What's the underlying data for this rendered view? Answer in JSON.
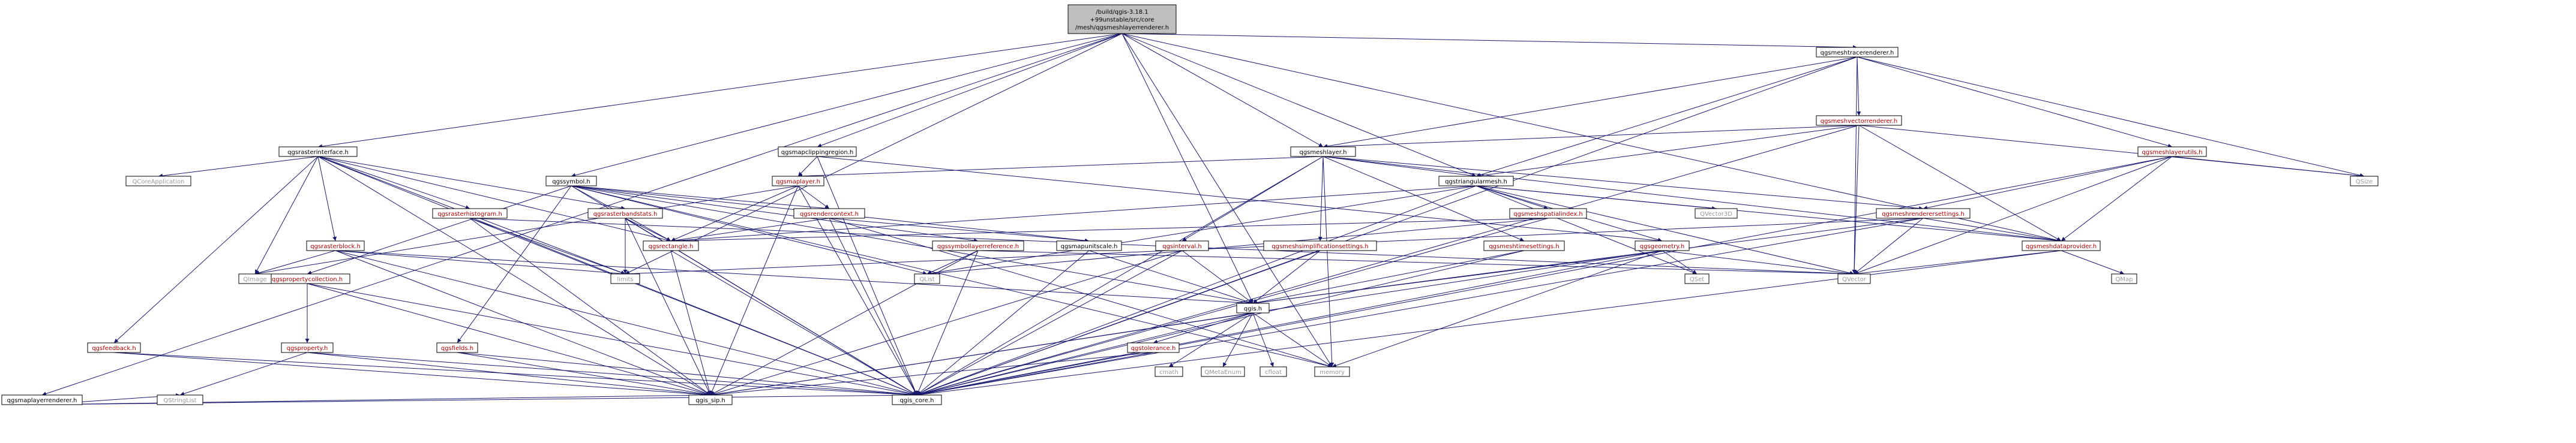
{
  "diagram": {
    "nodes": [
      {
        "id": "root",
        "lines": [
          "/build/qgis-3.18.1",
          "+99unstable/src/core",
          "/mesh/qgsmeshlayerrenderer.h"
        ],
        "style": "root"
      },
      {
        "id": "rasterinterface",
        "lines": [
          "qgsrasterinterface.h"
        ],
        "style": "black"
      },
      {
        "id": "mapclip",
        "lines": [
          "qgsmapclippingregion.h"
        ],
        "style": "black"
      },
      {
        "id": "maplayerrenderer",
        "lines": [
          "qgsmaplayerrenderer.h"
        ],
        "style": "black"
      },
      {
        "id": "meshtrace",
        "lines": [
          "qgsmeshtracerenderer.h"
        ],
        "style": "black"
      },
      {
        "id": "meshvector",
        "lines": [
          "qgsmeshvectorrenderer.h"
        ],
        "style": "red"
      },
      {
        "id": "meshlayer",
        "lines": [
          "qgsmeshlayer.h"
        ],
        "style": "black"
      },
      {
        "id": "meshlayerutils",
        "lines": [
          "qgsmeshlayerutils.h"
        ],
        "style": "red"
      },
      {
        "id": "symbol",
        "lines": [
          "qgssymbol.h"
        ],
        "style": "black"
      },
      {
        "id": "maplayer",
        "lines": [
          "qgsmaplayer.h"
        ],
        "style": "red"
      },
      {
        "id": "trimesh",
        "lines": [
          "qgstriangularmesh.h"
        ],
        "style": "black"
      },
      {
        "id": "rasterhistogram",
        "lines": [
          "qgsrasterhistogram.h"
        ],
        "style": "red"
      },
      {
        "id": "rasterbandstats",
        "lines": [
          "qgsrasterbandstats.h"
        ],
        "style": "red"
      },
      {
        "id": "rendercontext",
        "lines": [
          "qgsrendercontext.h"
        ],
        "style": "red"
      },
      {
        "id": "meshspatialindex",
        "lines": [
          "qgsmeshspatialindex.h"
        ],
        "style": "red"
      },
      {
        "id": "meshrenderersettings",
        "lines": [
          "qgsmeshrenderersettings.h"
        ],
        "style": "red"
      },
      {
        "id": "rasterblock",
        "lines": [
          "qgsrasterblock.h"
        ],
        "style": "red"
      },
      {
        "id": "rectangle",
        "lines": [
          "qgsrectangle.h"
        ],
        "style": "red"
      },
      {
        "id": "symbollayerref",
        "lines": [
          "qgssymbollayerreference.h"
        ],
        "style": "red"
      },
      {
        "id": "mapunitscale",
        "lines": [
          "qgsmapunitscale.h"
        ],
        "style": "black"
      },
      {
        "id": "interval",
        "lines": [
          "qgsinterval.h"
        ],
        "style": "red"
      },
      {
        "id": "meshsimplify",
        "lines": [
          "qgsmeshsimplificationsettings.h"
        ],
        "style": "red"
      },
      {
        "id": "meshtimesettings",
        "lines": [
          "qgsmeshtimesettings.h"
        ],
        "style": "red"
      },
      {
        "id": "geometry",
        "lines": [
          "qgsgeometry.h"
        ],
        "style": "red"
      },
      {
        "id": "meshdataprovider",
        "lines": [
          "qgsmeshdataprovider.h"
        ],
        "style": "red"
      },
      {
        "id": "propcollection",
        "lines": [
          "qgspropertycollection.h"
        ],
        "style": "red"
      },
      {
        "id": "qgis",
        "lines": [
          "qgis.h"
        ],
        "style": "black"
      },
      {
        "id": "feedback",
        "lines": [
          "qgsfeedback.h"
        ],
        "style": "red"
      },
      {
        "id": "property",
        "lines": [
          "qgsproperty.h"
        ],
        "style": "red"
      },
      {
        "id": "fields",
        "lines": [
          "qgsfields.h"
        ],
        "style": "red"
      },
      {
        "id": "tolerance",
        "lines": [
          "qgstolerance.h"
        ],
        "style": "red"
      },
      {
        "id": "qgis_sip",
        "lines": [
          "qgis_sip.h"
        ],
        "style": "black"
      },
      {
        "id": "qgis_core",
        "lines": [
          "qgis_core.h"
        ],
        "style": "black"
      },
      {
        "id": "QCoreApplication",
        "lines": [
          "QCoreApplication"
        ],
        "style": "gray"
      },
      {
        "id": "QImage",
        "lines": [
          "QImage"
        ],
        "style": "gray"
      },
      {
        "id": "limits",
        "lines": [
          "limits"
        ],
        "style": "gray"
      },
      {
        "id": "QList",
        "lines": [
          "QList"
        ],
        "style": "gray"
      },
      {
        "id": "QStringList",
        "lines": [
          "QStringList"
        ],
        "style": "gray"
      },
      {
        "id": "cmath",
        "lines": [
          "cmath"
        ],
        "style": "gray"
      },
      {
        "id": "QMetaEnum",
        "lines": [
          "QMetaEnum"
        ],
        "style": "gray"
      },
      {
        "id": "cfloat",
        "lines": [
          "cfloat"
        ],
        "style": "gray"
      },
      {
        "id": "memory",
        "lines": [
          "memory"
        ],
        "style": "gray"
      },
      {
        "id": "QVector3D",
        "lines": [
          "QVector3D"
        ],
        "style": "gray"
      },
      {
        "id": "QSet",
        "lines": [
          "QSet"
        ],
        "style": "gray"
      },
      {
        "id": "QVector",
        "lines": [
          "QVector"
        ],
        "style": "gray"
      },
      {
        "id": "QMap",
        "lines": [
          "QMap"
        ],
        "style": "gray"
      },
      {
        "id": "QSize",
        "lines": [
          "QSize"
        ],
        "style": "gray"
      }
    ],
    "edges": [
      [
        "root",
        "rasterinterface"
      ],
      [
        "root",
        "mapclip"
      ],
      [
        "root",
        "maplayerrenderer"
      ],
      [
        "root",
        "meshtrace"
      ],
      [
        "root",
        "meshlayer"
      ],
      [
        "root",
        "symbol"
      ],
      [
        "root",
        "trimesh"
      ],
      [
        "root",
        "qgis"
      ],
      [
        "root",
        "meshdataprovider"
      ],
      [
        "root",
        "limits"
      ],
      [
        "root",
        "memory"
      ],
      [
        "rasterinterface",
        "QCoreApplication"
      ],
      [
        "rasterinterface",
        "QImage"
      ],
      [
        "rasterinterface",
        "rasterhistogram"
      ],
      [
        "rasterinterface",
        "rasterbandstats"
      ],
      [
        "rasterinterface",
        "rasterblock"
      ],
      [
        "rasterinterface",
        "feedback"
      ],
      [
        "rasterinterface",
        "qgis_core"
      ],
      [
        "rasterinterface",
        "qgis_sip"
      ],
      [
        "rasterinterface",
        "limits"
      ],
      [
        "rasterinterface",
        "rectangle"
      ],
      [
        "mapclip",
        "maplayer"
      ],
      [
        "mapclip",
        "geometry"
      ],
      [
        "mapclip",
        "qgis_core"
      ],
      [
        "maplayerrenderer",
        "qgis_sip"
      ],
      [
        "maplayerrenderer",
        "QStringList"
      ],
      [
        "maplayerrenderer",
        "qgis_core"
      ],
      [
        "meshtrace",
        "meshvector"
      ],
      [
        "meshtrace",
        "meshlayer"
      ],
      [
        "meshtrace",
        "trimesh"
      ],
      [
        "meshtrace",
        "meshlayerutils"
      ],
      [
        "meshtrace",
        "QSize"
      ],
      [
        "meshtrace",
        "QVector"
      ],
      [
        "meshtrace",
        "qgis_core"
      ],
      [
        "meshvector",
        "meshlayer"
      ],
      [
        "meshvector",
        "trimesh"
      ],
      [
        "meshvector",
        "meshdataprovider"
      ],
      [
        "meshvector",
        "QSize"
      ],
      [
        "meshvector",
        "qgis_core"
      ],
      [
        "meshvector",
        "QVector"
      ],
      [
        "meshlayer",
        "maplayer"
      ],
      [
        "meshlayer",
        "trimesh"
      ],
      [
        "meshlayer",
        "meshrenderersettings"
      ],
      [
        "meshlayer",
        "meshtimesettings"
      ],
      [
        "meshlayer",
        "meshsimplify"
      ],
      [
        "meshlayer",
        "interval"
      ],
      [
        "meshlayer",
        "meshdataprovider"
      ],
      [
        "meshlayer",
        "qgis_core"
      ],
      [
        "meshlayer",
        "memory"
      ],
      [
        "meshlayerutils",
        "meshrenderersettings"
      ],
      [
        "meshlayerutils",
        "meshdataprovider"
      ],
      [
        "meshlayerutils",
        "QSize"
      ],
      [
        "meshlayerutils",
        "QVector"
      ],
      [
        "meshlayerutils",
        "qgis_core"
      ],
      [
        "symbol",
        "rendercontext"
      ],
      [
        "symbol",
        "symbollayerref"
      ],
      [
        "symbol",
        "mapunitscale"
      ],
      [
        "symbol",
        "fields"
      ],
      [
        "symbol",
        "propcollection"
      ],
      [
        "symbol",
        "qgis"
      ],
      [
        "symbol",
        "qgis_core"
      ],
      [
        "symbol",
        "QList"
      ],
      [
        "symbol",
        "memory"
      ],
      [
        "symbol",
        "rectangle"
      ],
      [
        "maplayer",
        "rectangle"
      ],
      [
        "maplayer",
        "rendercontext"
      ],
      [
        "maplayer",
        "QImage"
      ],
      [
        "maplayer",
        "qgis_sip"
      ],
      [
        "maplayer",
        "qgis_core"
      ],
      [
        "trimesh",
        "meshspatialindex"
      ],
      [
        "trimesh",
        "meshdataprovider"
      ],
      [
        "trimesh",
        "geometry"
      ],
      [
        "trimesh",
        "QVector3D"
      ],
      [
        "trimesh",
        "QVector"
      ],
      [
        "trimesh",
        "QSet"
      ],
      [
        "trimesh",
        "qgis_core"
      ],
      [
        "trimesh",
        "QList"
      ],
      [
        "trimesh",
        "rectangle"
      ],
      [
        "rasterhistogram",
        "qgis_core"
      ],
      [
        "rasterhistogram",
        "limits"
      ],
      [
        "rasterhistogram",
        "qgis_sip"
      ],
      [
        "rasterhistogram",
        "QVector"
      ],
      [
        "rasterbandstats",
        "qgis_core"
      ],
      [
        "rasterbandstats",
        "limits"
      ],
      [
        "rasterbandstats",
        "rectangle"
      ],
      [
        "rasterbandstats",
        "qgis_sip"
      ],
      [
        "rendercontext",
        "mapunitscale"
      ],
      [
        "rendercontext",
        "rectangle"
      ],
      [
        "rendercontext",
        "qgis_core"
      ],
      [
        "rendercontext",
        "memory"
      ],
      [
        "meshspatialindex",
        "rectangle"
      ],
      [
        "meshspatialindex",
        "qgis_core"
      ],
      [
        "meshspatialindex",
        "QList"
      ],
      [
        "meshrenderersettings",
        "meshdataprovider"
      ],
      [
        "meshrenderersettings",
        "qgis"
      ],
      [
        "meshrenderersettings",
        "qgis_core"
      ],
      [
        "meshrenderersettings",
        "limits"
      ],
      [
        "meshrenderersettings",
        "QVector"
      ],
      [
        "rasterblock",
        "qgis_core"
      ],
      [
        "rasterblock",
        "qgis_sip"
      ],
      [
        "rasterblock",
        "limits"
      ],
      [
        "rasterblock",
        "QImage"
      ],
      [
        "rasterblock",
        "qgis"
      ],
      [
        "rectangle",
        "qgis_core"
      ],
      [
        "rectangle",
        "qgis_sip"
      ],
      [
        "symbollayerref",
        "qgis_core"
      ],
      [
        "symbollayerref",
        "qgis_sip"
      ],
      [
        "symbollayerref",
        "QList"
      ],
      [
        "symbollayerref",
        "QVector"
      ],
      [
        "mapunitscale",
        "qgis_core"
      ],
      [
        "mapunitscale",
        "qgis"
      ],
      [
        "interval",
        "qgis"
      ],
      [
        "interval",
        "qgis_core"
      ],
      [
        "interval",
        "qgis_sip"
      ],
      [
        "meshsimplify",
        "qgis"
      ],
      [
        "meshsimplify",
        "qgis_core"
      ],
      [
        "meshtimesettings",
        "qgis"
      ],
      [
        "meshtimesettings",
        "qgis_core"
      ],
      [
        "geometry",
        "qgis"
      ],
      [
        "geometry",
        "memory"
      ],
      [
        "geometry",
        "QSet"
      ],
      [
        "geometry",
        "QVector"
      ],
      [
        "geometry",
        "qgis_core"
      ],
      [
        "geometry",
        "qgis_sip"
      ],
      [
        "meshdataprovider",
        "QVector"
      ],
      [
        "meshdataprovider",
        "QMap"
      ],
      [
        "meshdataprovider",
        "qgis_core"
      ],
      [
        "propcollection",
        "property"
      ],
      [
        "propcollection",
        "qgis_core"
      ],
      [
        "propcollection",
        "qgis_sip"
      ],
      [
        "qgis",
        "tolerance"
      ],
      [
        "qgis",
        "cmath"
      ],
      [
        "qgis",
        "QMetaEnum"
      ],
      [
        "qgis",
        "cfloat"
      ],
      [
        "qgis",
        "memory"
      ],
      [
        "qgis",
        "qgis_sip"
      ],
      [
        "qgis",
        "qgis_core"
      ],
      [
        "feedback",
        "qgis_core"
      ],
      [
        "feedback",
        "qgis_sip"
      ],
      [
        "property",
        "qgis_core"
      ],
      [
        "property",
        "qgis_sip"
      ],
      [
        "property",
        "QStringList"
      ],
      [
        "fields",
        "qgis_core"
      ],
      [
        "fields",
        "qgis_sip"
      ],
      [
        "tolerance",
        "qgis_core"
      ],
      [
        "tolerance",
        "qgis_sip"
      ]
    ]
  }
}
